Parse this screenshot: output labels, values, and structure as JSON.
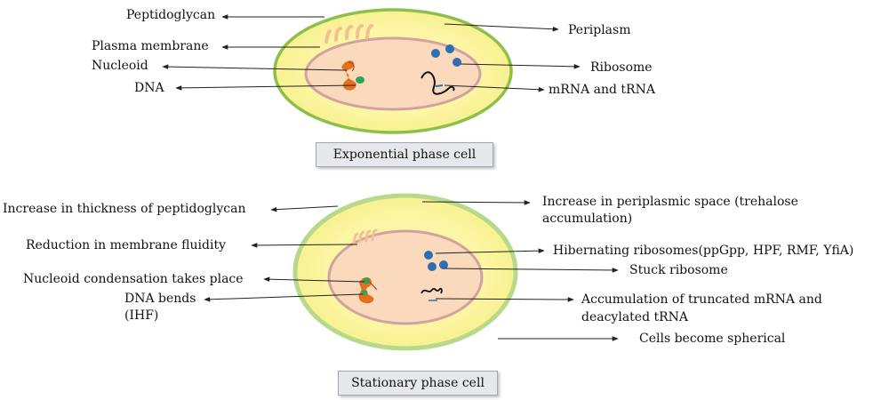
{
  "exponential": {
    "caption": "Exponential phase cell",
    "labels": {
      "peptidoglycan": "Peptidoglycan",
      "plasma_membrane": "Plasma membrane",
      "nucleoid": "Nucleoid",
      "dna": "DNA",
      "periplasm": "Periplasm",
      "ribosome": "Ribosome",
      "mrna_trna": "mRNA and tRNA"
    }
  },
  "stationary": {
    "caption": "Stationary phase cell",
    "labels": {
      "peptidoglycan": "Increase in thickness of peptidoglycan",
      "membrane": "Reduction in membrane fluidity",
      "nucleoid": "Nucleoid condensation takes place",
      "dna_bends": "DNA bends",
      "ihf": "(IHF)",
      "periplasm_1": "Increase in periplasmic space (trehalose",
      "periplasm_2": "accumulation)",
      "hibernating": "Hibernating ribosomes(ppGpp, HPF, RMF, YfiA)",
      "stuck": "Stuck ribosome",
      "truncated_1": "Accumulation of truncated mRNA and",
      "truncated_2": "deacylated tRNA",
      "spherical": "Cells become spherical"
    }
  },
  "colors": {
    "outer_fill": "#fdf6a6",
    "outer_stroke": "#8dc04a",
    "inner_fill": "#fad9bc",
    "inner_stroke": "#d0a2a0",
    "ribosome": "#2c6fb4",
    "nucleoid": "#e4701e",
    "dna_protein": "#2fa35a",
    "pili": "#f4be96"
  }
}
